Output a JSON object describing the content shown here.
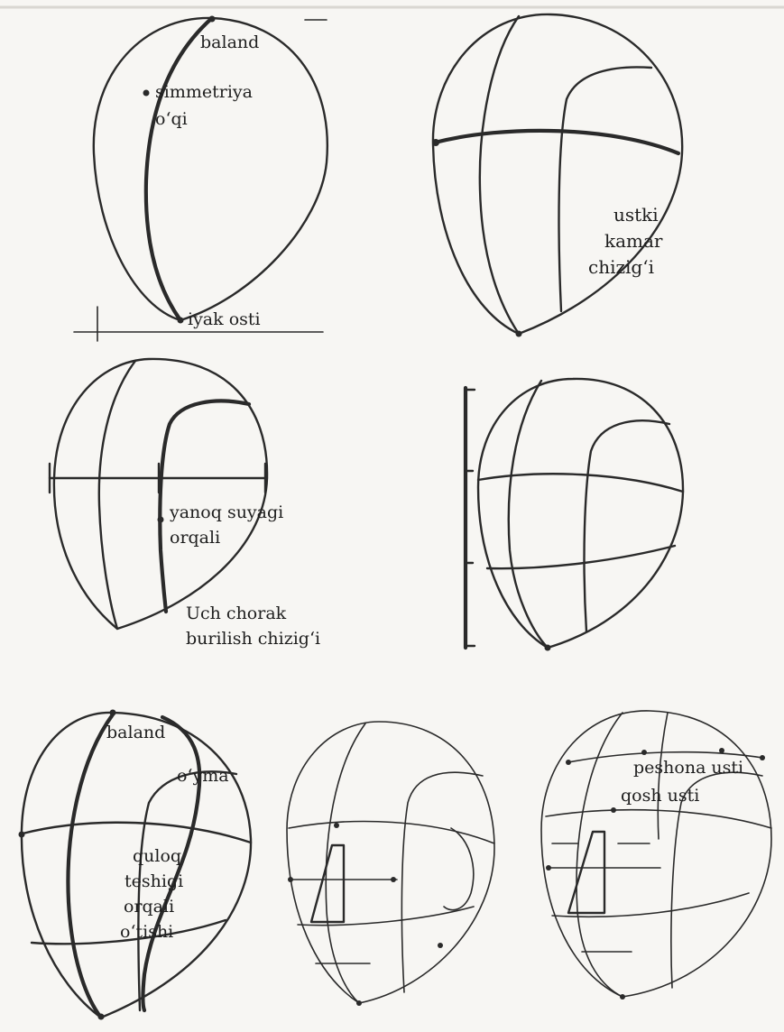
{
  "figure1": {
    "top_label": "baland",
    "axis_label_line1": "simmetriya",
    "axis_label_line2": "o‘qi",
    "chin_label": "iyak osti"
  },
  "figure2": {
    "brow_line1": "ustki",
    "brow_line2": "kamar",
    "brow_line3": "chizig‘i"
  },
  "figure3": {
    "cheek_line1": "yanoq suyagi",
    "cheek_line2": "orqali",
    "turn_line1": "Uch chorak",
    "turn_line2": "burilish chizig‘i"
  },
  "figure5": {
    "top_label": "baland",
    "mid_label": "o‘yma",
    "ear_line1": "quloq",
    "ear_line2": "teshigi",
    "ear_line3": "orqali",
    "ear_line4": "o‘tishi"
  },
  "figure7": {
    "forehead_label": "peshona usti",
    "brow_label": "qosh usti"
  }
}
